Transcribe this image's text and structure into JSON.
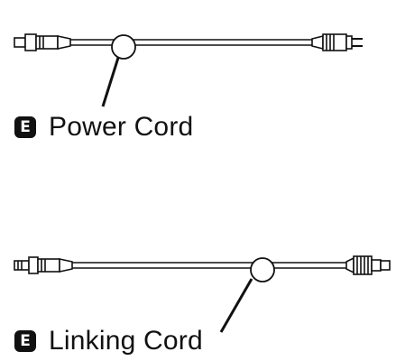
{
  "items": [
    {
      "letter": "E",
      "label": "Power Cord"
    },
    {
      "letter": "E",
      "label": "Linking Cord"
    }
  ]
}
